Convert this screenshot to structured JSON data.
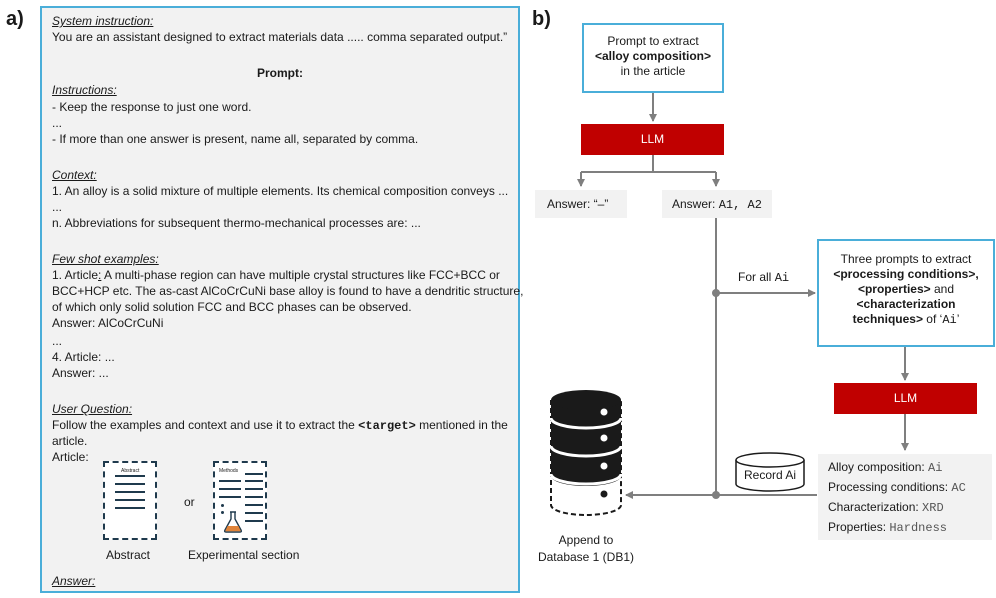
{
  "panel_a": {
    "letter": "a)",
    "system_instruction_heading": "System instruction:",
    "system_instruction_text": "You are an assistant designed to extract materials data ..... comma separated output.”",
    "prompt_heading": "Prompt:",
    "instructions_heading": "Instructions:",
    "instruction_1": "- Keep the response to just one word.",
    "instruction_ellipsis": "...",
    "instruction_last": "- If more than one answer is present, name all, separated by comma.",
    "context_heading": "Context:",
    "context_1": "1. An alloy is a solid mixture of multiple elements. Its chemical composition conveys ...",
    "context_ellipsis": "...",
    "context_n": "n. Abbreviations for subsequent thermo-mechanical processes are: ...",
    "fewshot_heading": "Few shot examples:",
    "fewshot_1_label": "1. Article",
    "fewshot_1_colon": ":",
    "fewshot_1_line1": " A multi-phase region can have multiple crystal structures like FCC+BCC or",
    "fewshot_1_line2": "BCC+HCP etc. The as-cast AlCoCrCuNi base alloy is found to have a dendritic structure,",
    "fewshot_1_line3": "of which only solid solution FCC and BCC phases can be observed.",
    "fewshot_1_answer": "Answer: AlCoCrCuNi",
    "fewshot_ellipsis": "...",
    "fewshot_4_article": "4. Article: ...",
    "fewshot_4_answer": "Answer: ...",
    "user_question_heading": "User Question:",
    "user_question_pre": "Follow the examples and context and use it to extract the ",
    "user_question_target": "<target>",
    "user_question_post": " mentioned in the",
    "user_question_line2": "article.",
    "article_label": "Article:",
    "doc_abstract_header": "Abstract",
    "doc_methods_header": "Methods",
    "or_text": "or",
    "abstract_caption": "Abstract",
    "experimental_caption": "Experimental section",
    "answer_heading": "Answer:"
  },
  "panel_b": {
    "letter": "b)",
    "prompt1_line1": "Prompt to extract",
    "prompt1_line2": "<alloy composition>",
    "prompt1_line3": "in the article",
    "llm1_label": "LLM",
    "answer_empty": "Answer: “–”",
    "answer_a_prefix": "Answer: ",
    "answer_a_values": "A1, A2",
    "for_all_prefix": "For all ",
    "for_all_var": "Ai",
    "prompt2_line1": "Three prompts to extract",
    "prompt2_line2": "<processing conditions>,",
    "prompt2_line3a": "<properties>",
    "prompt2_line3b": " and",
    "prompt2_line4": "<characterization",
    "prompt2_line5a": "techniques>",
    "prompt2_line5b": " of ‘",
    "prompt2_line5c": "Ai",
    "prompt2_line5d": "’",
    "llm2_label": "LLM",
    "record_label": "Record Ai",
    "result_alloy_label": "Alloy composition: ",
    "result_alloy_value": "Ai",
    "result_processing_label": "Processing conditions: ",
    "result_processing_value": "AC",
    "result_char_label": "Characterization: ",
    "result_char_value": "XRD",
    "result_props_label": "Properties: ",
    "result_props_value": "Hardness",
    "db_line1": "Append to",
    "db_line2": "Database 1 (DB1)"
  },
  "colors": {
    "frame_blue": "#4aaed9",
    "llm_red": "#c00000",
    "panel_grey": "#f2f2f2",
    "arrow_grey": "#7f7f7f",
    "database_dark": "#1a1a1a"
  }
}
